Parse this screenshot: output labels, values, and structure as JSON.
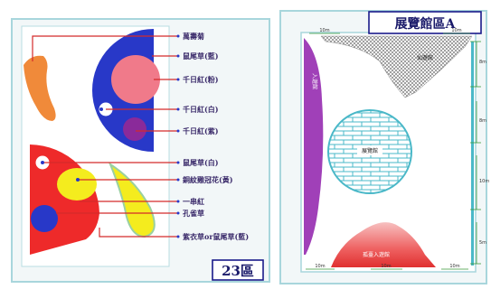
{
  "left_panel": {
    "labels": [
      "萬壽菊",
      "鼠尾草(藍)",
      "千日紅(粉)",
      "千日紅(白)",
      "千日紅(紫)",
      "鼠尾草(白)",
      "銅紋雞冠花(黃)",
      "一串紅",
      "孔雀草",
      "紫衣草or鼠尾草(藍)"
    ],
    "zone_label": "23區"
  },
  "right_panel": {
    "title": "展覽館區A",
    "zones": {
      "top": "仙遊館",
      "left": "入遊館",
      "center": "展覽館",
      "bottom": "孤臺入遊館"
    },
    "dimensions": {
      "top": [
        "10m",
        "10m"
      ],
      "bottom": [
        "10m",
        "10m",
        "10m"
      ],
      "right": [
        "8m",
        "8m",
        "10m",
        "5m"
      ]
    }
  },
  "colors": {
    "background": "#ffffff",
    "panel_bg": "#f2f7f8",
    "panel_border": "#a8d6dc",
    "orange": "#f08a3a",
    "blue": "#2838c8",
    "pink": "#f07a8a",
    "purple": "#8a2a9a",
    "red": "#ee2a2a",
    "yellow": "#f4ec1e",
    "leader_line": "#d42a2a",
    "label_text": "#3a2a6a",
    "violet_zone": "#a040b8",
    "mesh_zone": "#7a7a7a",
    "exhibit": "#4ab8c8",
    "bottom_zone": "#ee5a5a"
  }
}
